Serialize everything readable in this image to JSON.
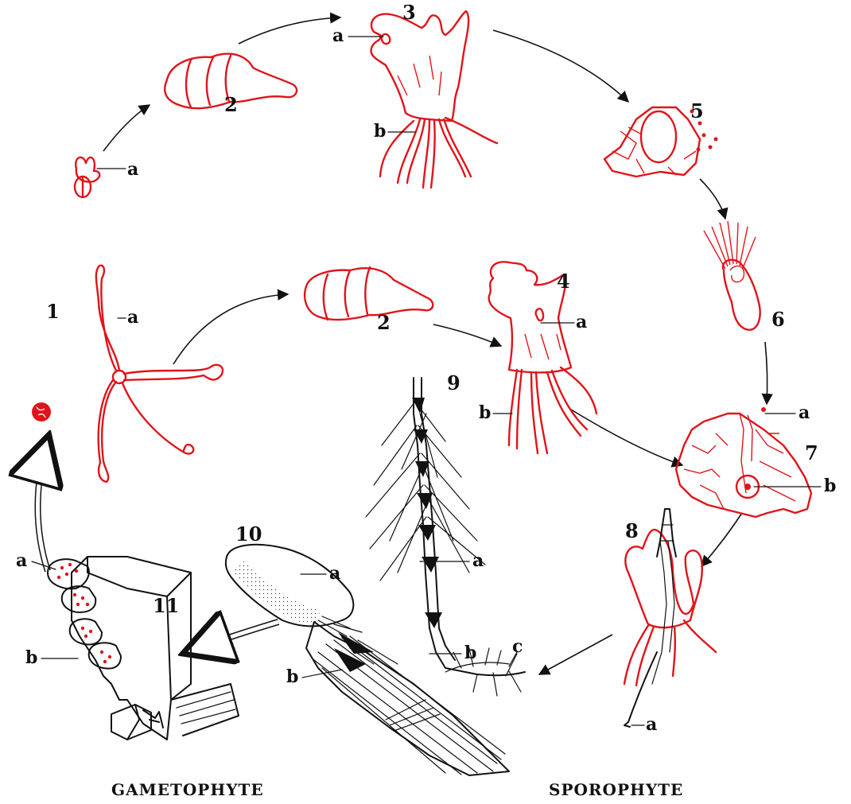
{
  "colors": {
    "gametophyte_red": "#e0141b",
    "ink": "#111111",
    "background": "#ffffff"
  },
  "stage_numbers": [
    "1",
    "2",
    "3",
    "4",
    "5",
    "6",
    "7",
    "8",
    "9",
    "10",
    "11"
  ],
  "labels": {
    "s1_a": "a",
    "s2top_a": "a",
    "s3_a": "a",
    "s3_b": "b",
    "s4_a": "a",
    "s4_b": "b",
    "s7_a": "a",
    "s7_b": "b",
    "s8_a": "a",
    "s9_a": "a",
    "s9_b": "b",
    "s9_c": "c",
    "s10_a": "a",
    "s10_b": "b",
    "s11_a": "a",
    "s11_b": "b"
  },
  "phases": {
    "left": "GAMETOPHYTE",
    "right": "SPOROPHYTE"
  }
}
